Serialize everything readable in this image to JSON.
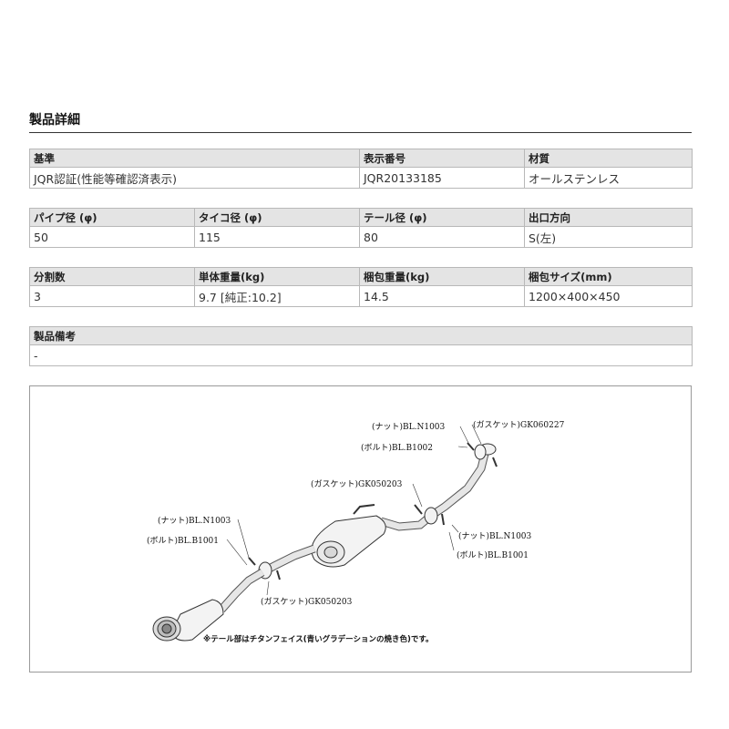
{
  "section_title": "製品詳細",
  "table1": {
    "headers": [
      "基準",
      "表示番号",
      "材質"
    ],
    "values": [
      "JQR認証(性能等確認済表示)",
      "JQR20133185",
      "オールステンレス"
    ]
  },
  "table2": {
    "headers": [
      "パイプ径 (φ)",
      "タイコ径 (φ)",
      "テール径 (φ)",
      "出口方向"
    ],
    "values": [
      "50",
      "115",
      "80",
      "S(左)"
    ]
  },
  "table3": {
    "headers": [
      "分割数",
      "単体重量(kg)",
      "梱包重量(kg)",
      "梱包サイズ(mm)"
    ],
    "values": [
      "3",
      "9.7 [純正:10.2]",
      "14.5",
      "1200×400×450"
    ]
  },
  "table4": {
    "header": "製品備考",
    "value": "-"
  },
  "diagram": {
    "labels": {
      "nut_top": "(ナット)BL.N1003",
      "gasket_top": "(ガスケット)GK060227",
      "bolt_top": "(ボルト)BL.B1002",
      "gasket_mid": "(ガスケット)GK050203",
      "nut_left": "(ナット)BL.N1003",
      "bolt_left": "(ボルト)BL.B1001",
      "nut_right": "(ナット)BL.N1003",
      "bolt_right": "(ボルト)BL.B1001",
      "gasket_low": "(ガスケット)GK050203"
    },
    "note": "※テール部はチタンフェイス(青いグラデーションの焼き色)です。"
  }
}
